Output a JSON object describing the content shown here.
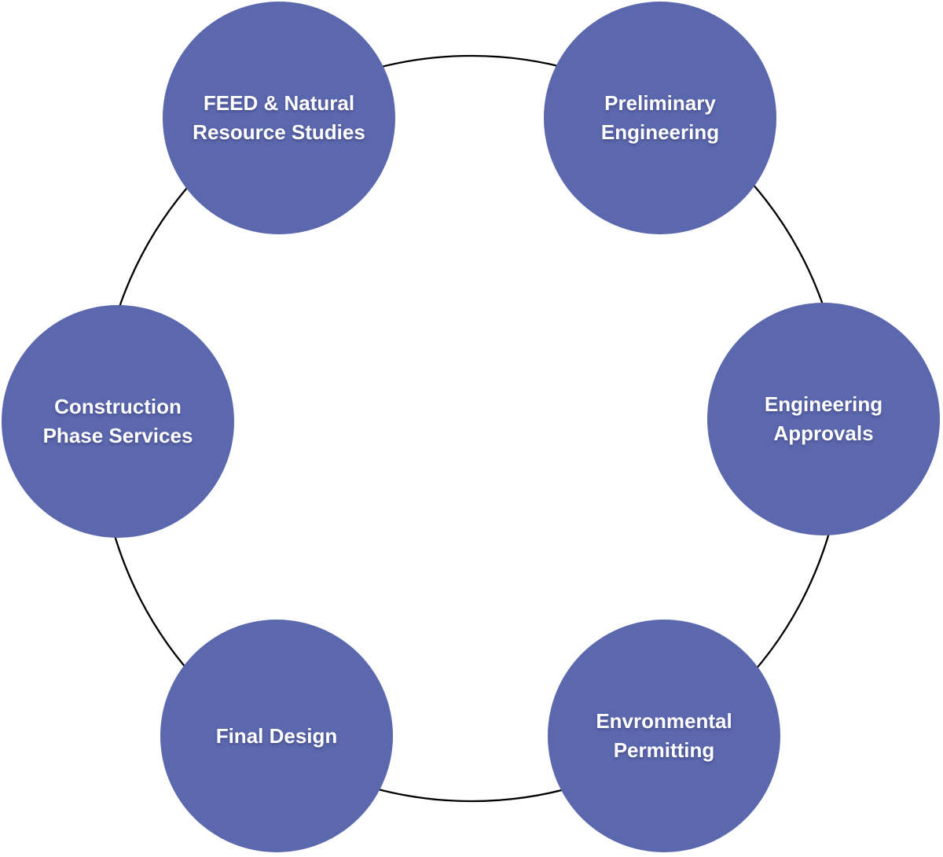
{
  "diagram": {
    "type": "cycle",
    "background_color": "#ffffff",
    "ring_color": "#000000",
    "node_fill_color": "#5c68ae",
    "node_text_color": "#ffffff",
    "nodes": [
      {
        "label": "FEED & Natural\nResource Studies"
      },
      {
        "label": "Preliminary\nEngineering"
      },
      {
        "label": "Engineering\nApprovals"
      },
      {
        "label": "Envronmental\nPermitting"
      },
      {
        "label": "Final Design"
      },
      {
        "label": "Construction\nPhase Services"
      }
    ]
  }
}
